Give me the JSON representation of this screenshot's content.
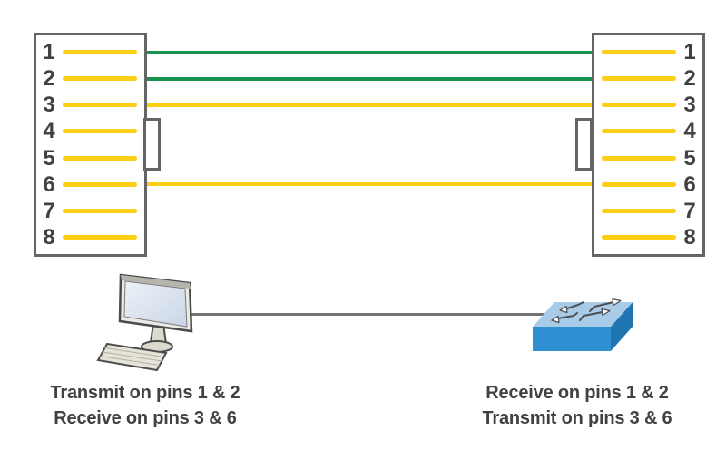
{
  "diagram": {
    "title_implicit": "Straight-through cable pinout between a computer and a switch",
    "left_connector": {
      "pins": [
        "1",
        "2",
        "3",
        "4",
        "5",
        "6",
        "7",
        "8"
      ]
    },
    "right_connector": {
      "pins": [
        "1",
        "2",
        "3",
        "4",
        "5",
        "6",
        "7",
        "8"
      ]
    },
    "wires": [
      {
        "from_pin": 1,
        "to_pin": 1,
        "color_name": "green"
      },
      {
        "from_pin": 2,
        "to_pin": 2,
        "color_name": "green"
      },
      {
        "from_pin": 3,
        "to_pin": 3,
        "color_name": "yellow"
      },
      {
        "from_pin": 6,
        "to_pin": 6,
        "color_name": "yellow"
      }
    ],
    "devices": [
      {
        "type": "computer",
        "side": "left"
      },
      {
        "type": "switch",
        "side": "right"
      }
    ],
    "captions": {
      "computer_line1": "Transmit on pins 1 & 2",
      "computer_line2": "Receive on pins 3 & 6",
      "switch_line1": "Receive on pins 1 & 2",
      "switch_line2": "Transmit on pins 3 & 6"
    },
    "colors": {
      "wire_green": "#18914F",
      "wire_yellow": "#FCCE14",
      "connector_border": "#646567",
      "text": "#414042",
      "cable_gray": "#717275",
      "switch_top": "#A8CBE8",
      "switch_front": "#2F8FD0",
      "switch_side": "#1F74B2"
    }
  }
}
